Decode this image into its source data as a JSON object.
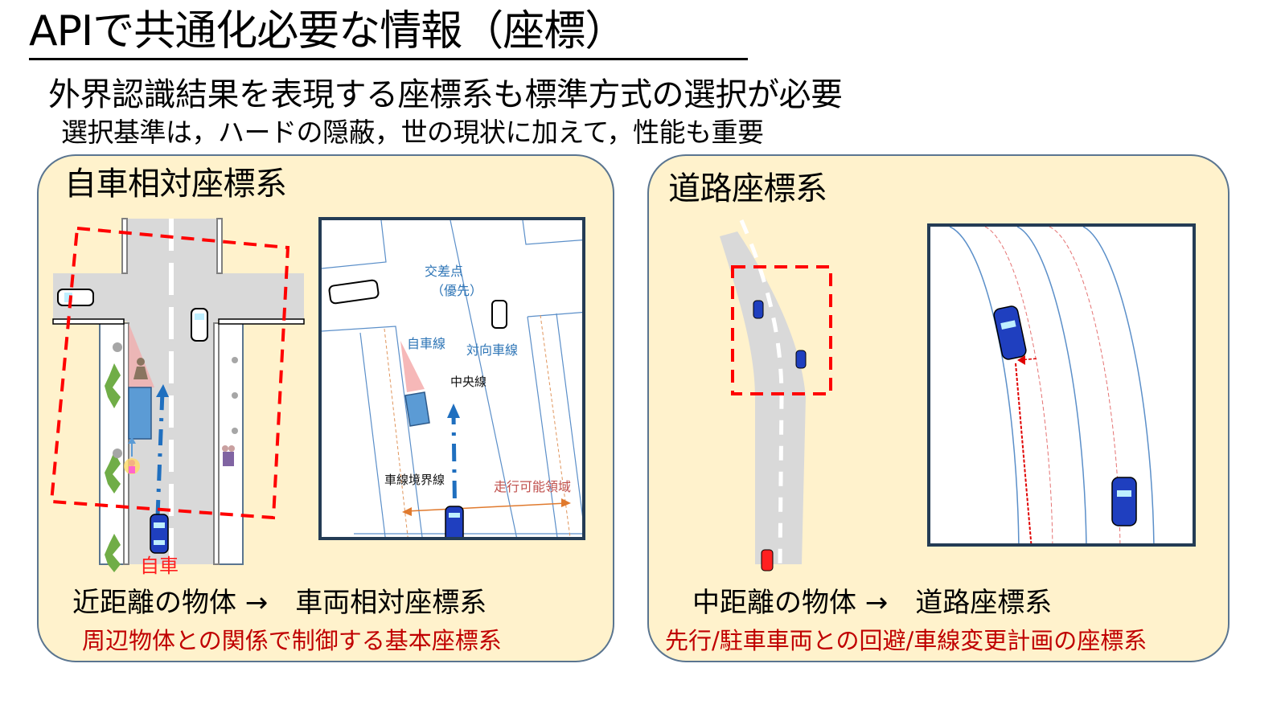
{
  "slide": {
    "title": "APIで共通化必要な情報（座標）",
    "subtitle": "外界認識結果を表現する座標系も標準方式の選択が必要",
    "sub_subtitle": "選択基準は，ハードの隠蔽，世の現状に加えて，性能も重要"
  },
  "panels": {
    "left": {
      "title": "自車相対座標系",
      "ego_label": "自車",
      "caption": "近距離の物体 →　車両相対座標系",
      "note": "周辺物体との関係で制御する基本座標系",
      "inset_labels": {
        "intersection": "交差点",
        "priority": "（優先）",
        "own_lane": "自車線",
        "oncoming_lane": "対向車線",
        "center_line": "中央線",
        "lane_boundary": "車線境界線",
        "drivable_area": "走行可能領域"
      }
    },
    "right": {
      "title": "道路座標系",
      "caption": "中距離の物体 →　道路座標系",
      "note": "先行/駐車車両との回避/車線変更計画の座標系"
    }
  },
  "colors": {
    "panel_bg": "#fff2cc",
    "panel_border": "#5a7590",
    "inset_border": "#243c55",
    "road": "#d9d9d9",
    "roi_dash": "#ff0000",
    "note_red": "#c00000",
    "label_blue": "#2e75b6",
    "car_blue": "#1f3fbf",
    "obstacle": "#5b9bd5"
  }
}
